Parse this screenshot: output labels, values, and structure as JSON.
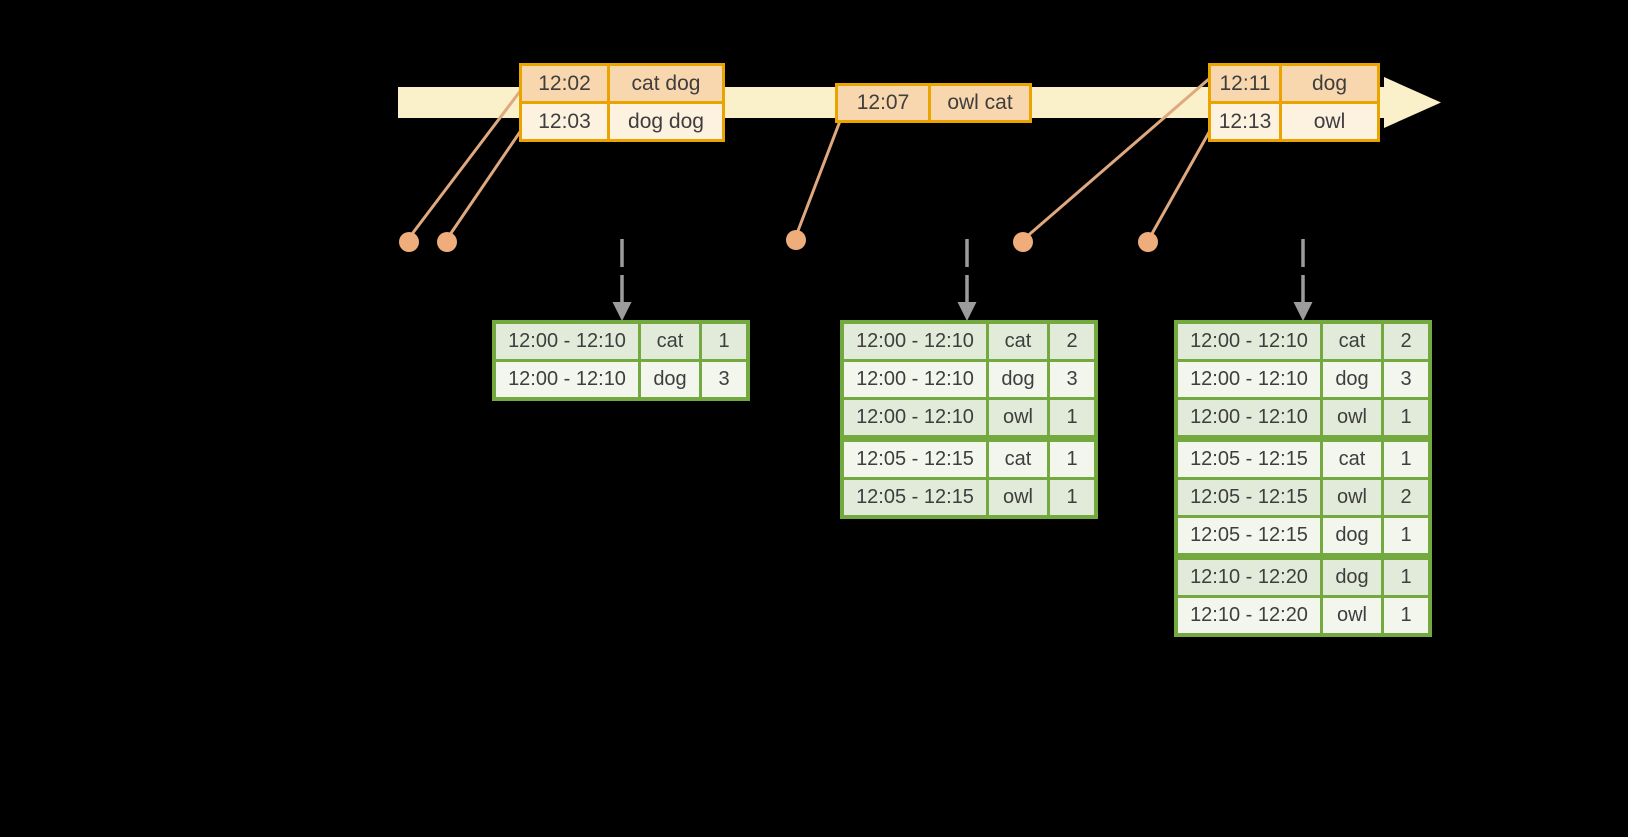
{
  "colors": {
    "background": "#000000",
    "timeline_band": "#FAF0C9",
    "event_border": "#E9A400",
    "event_fill_dark": "#F8D7AE",
    "event_fill_light": "#FDF2E0",
    "connector": "#E0A87F",
    "dot": "#EFAD7C",
    "trigger_arrow": "#9C9C9C",
    "table_border": "#74A93F",
    "row_fill_dark": "#E2EBD9",
    "row_fill_light": "#F2F6EC",
    "text": "#3E3E3E"
  },
  "event_boxes": [
    {
      "rows": [
        {
          "time": "12:02",
          "words": "cat dog"
        },
        {
          "time": "12:03",
          "words": "dog dog"
        }
      ]
    },
    {
      "rows": [
        {
          "time": "12:07",
          "words": "owl cat"
        }
      ]
    },
    {
      "rows": [
        {
          "time": "12:11",
          "words": "dog"
        },
        {
          "time": "12:13",
          "words": "owl"
        }
      ]
    }
  ],
  "result_tables": [
    {
      "group_breaks": [],
      "rows": [
        {
          "window": "12:00 - 12:10",
          "word": "cat",
          "count": "1"
        },
        {
          "window": "12:00 - 12:10",
          "word": "dog",
          "count": "3"
        }
      ]
    },
    {
      "group_breaks": [
        3
      ],
      "rows": [
        {
          "window": "12:00 - 12:10",
          "word": "cat",
          "count": "2"
        },
        {
          "window": "12:00 - 12:10",
          "word": "dog",
          "count": "3"
        },
        {
          "window": "12:00 - 12:10",
          "word": "owl",
          "count": "1"
        },
        {
          "window": "12:05 - 12:15",
          "word": "cat",
          "count": "1"
        },
        {
          "window": "12:05 - 12:15",
          "word": "owl",
          "count": "1"
        }
      ]
    },
    {
      "group_breaks": [
        3,
        6
      ],
      "rows": [
        {
          "window": "12:00 - 12:10",
          "word": "cat",
          "count": "2"
        },
        {
          "window": "12:00 - 12:10",
          "word": "dog",
          "count": "3"
        },
        {
          "window": "12:00 - 12:10",
          "word": "owl",
          "count": "1"
        },
        {
          "window": "12:05 - 12:15",
          "word": "cat",
          "count": "1"
        },
        {
          "window": "12:05 - 12:15",
          "word": "owl",
          "count": "2"
        },
        {
          "window": "12:05 - 12:15",
          "word": "dog",
          "count": "1"
        },
        {
          "window": "12:10 - 12:20",
          "word": "dog",
          "count": "1"
        },
        {
          "window": "12:10 - 12:20",
          "word": "owl",
          "count": "1"
        }
      ]
    }
  ]
}
